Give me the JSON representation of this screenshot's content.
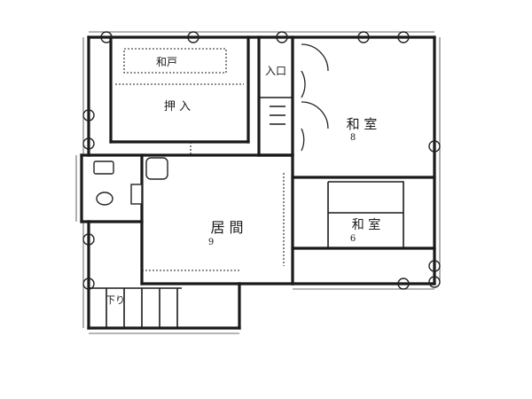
{
  "rooms": {
    "closet_top": "和戸",
    "closet_top_wide": "押 入",
    "entry": "入口",
    "japanese_room": {
      "name": "和 室",
      "size": "8"
    },
    "living_room": {
      "name": "居 間",
      "size": "9"
    },
    "japanese_room_small": {
      "name": "和 室",
      "size": "6"
    },
    "stair": "下り"
  }
}
